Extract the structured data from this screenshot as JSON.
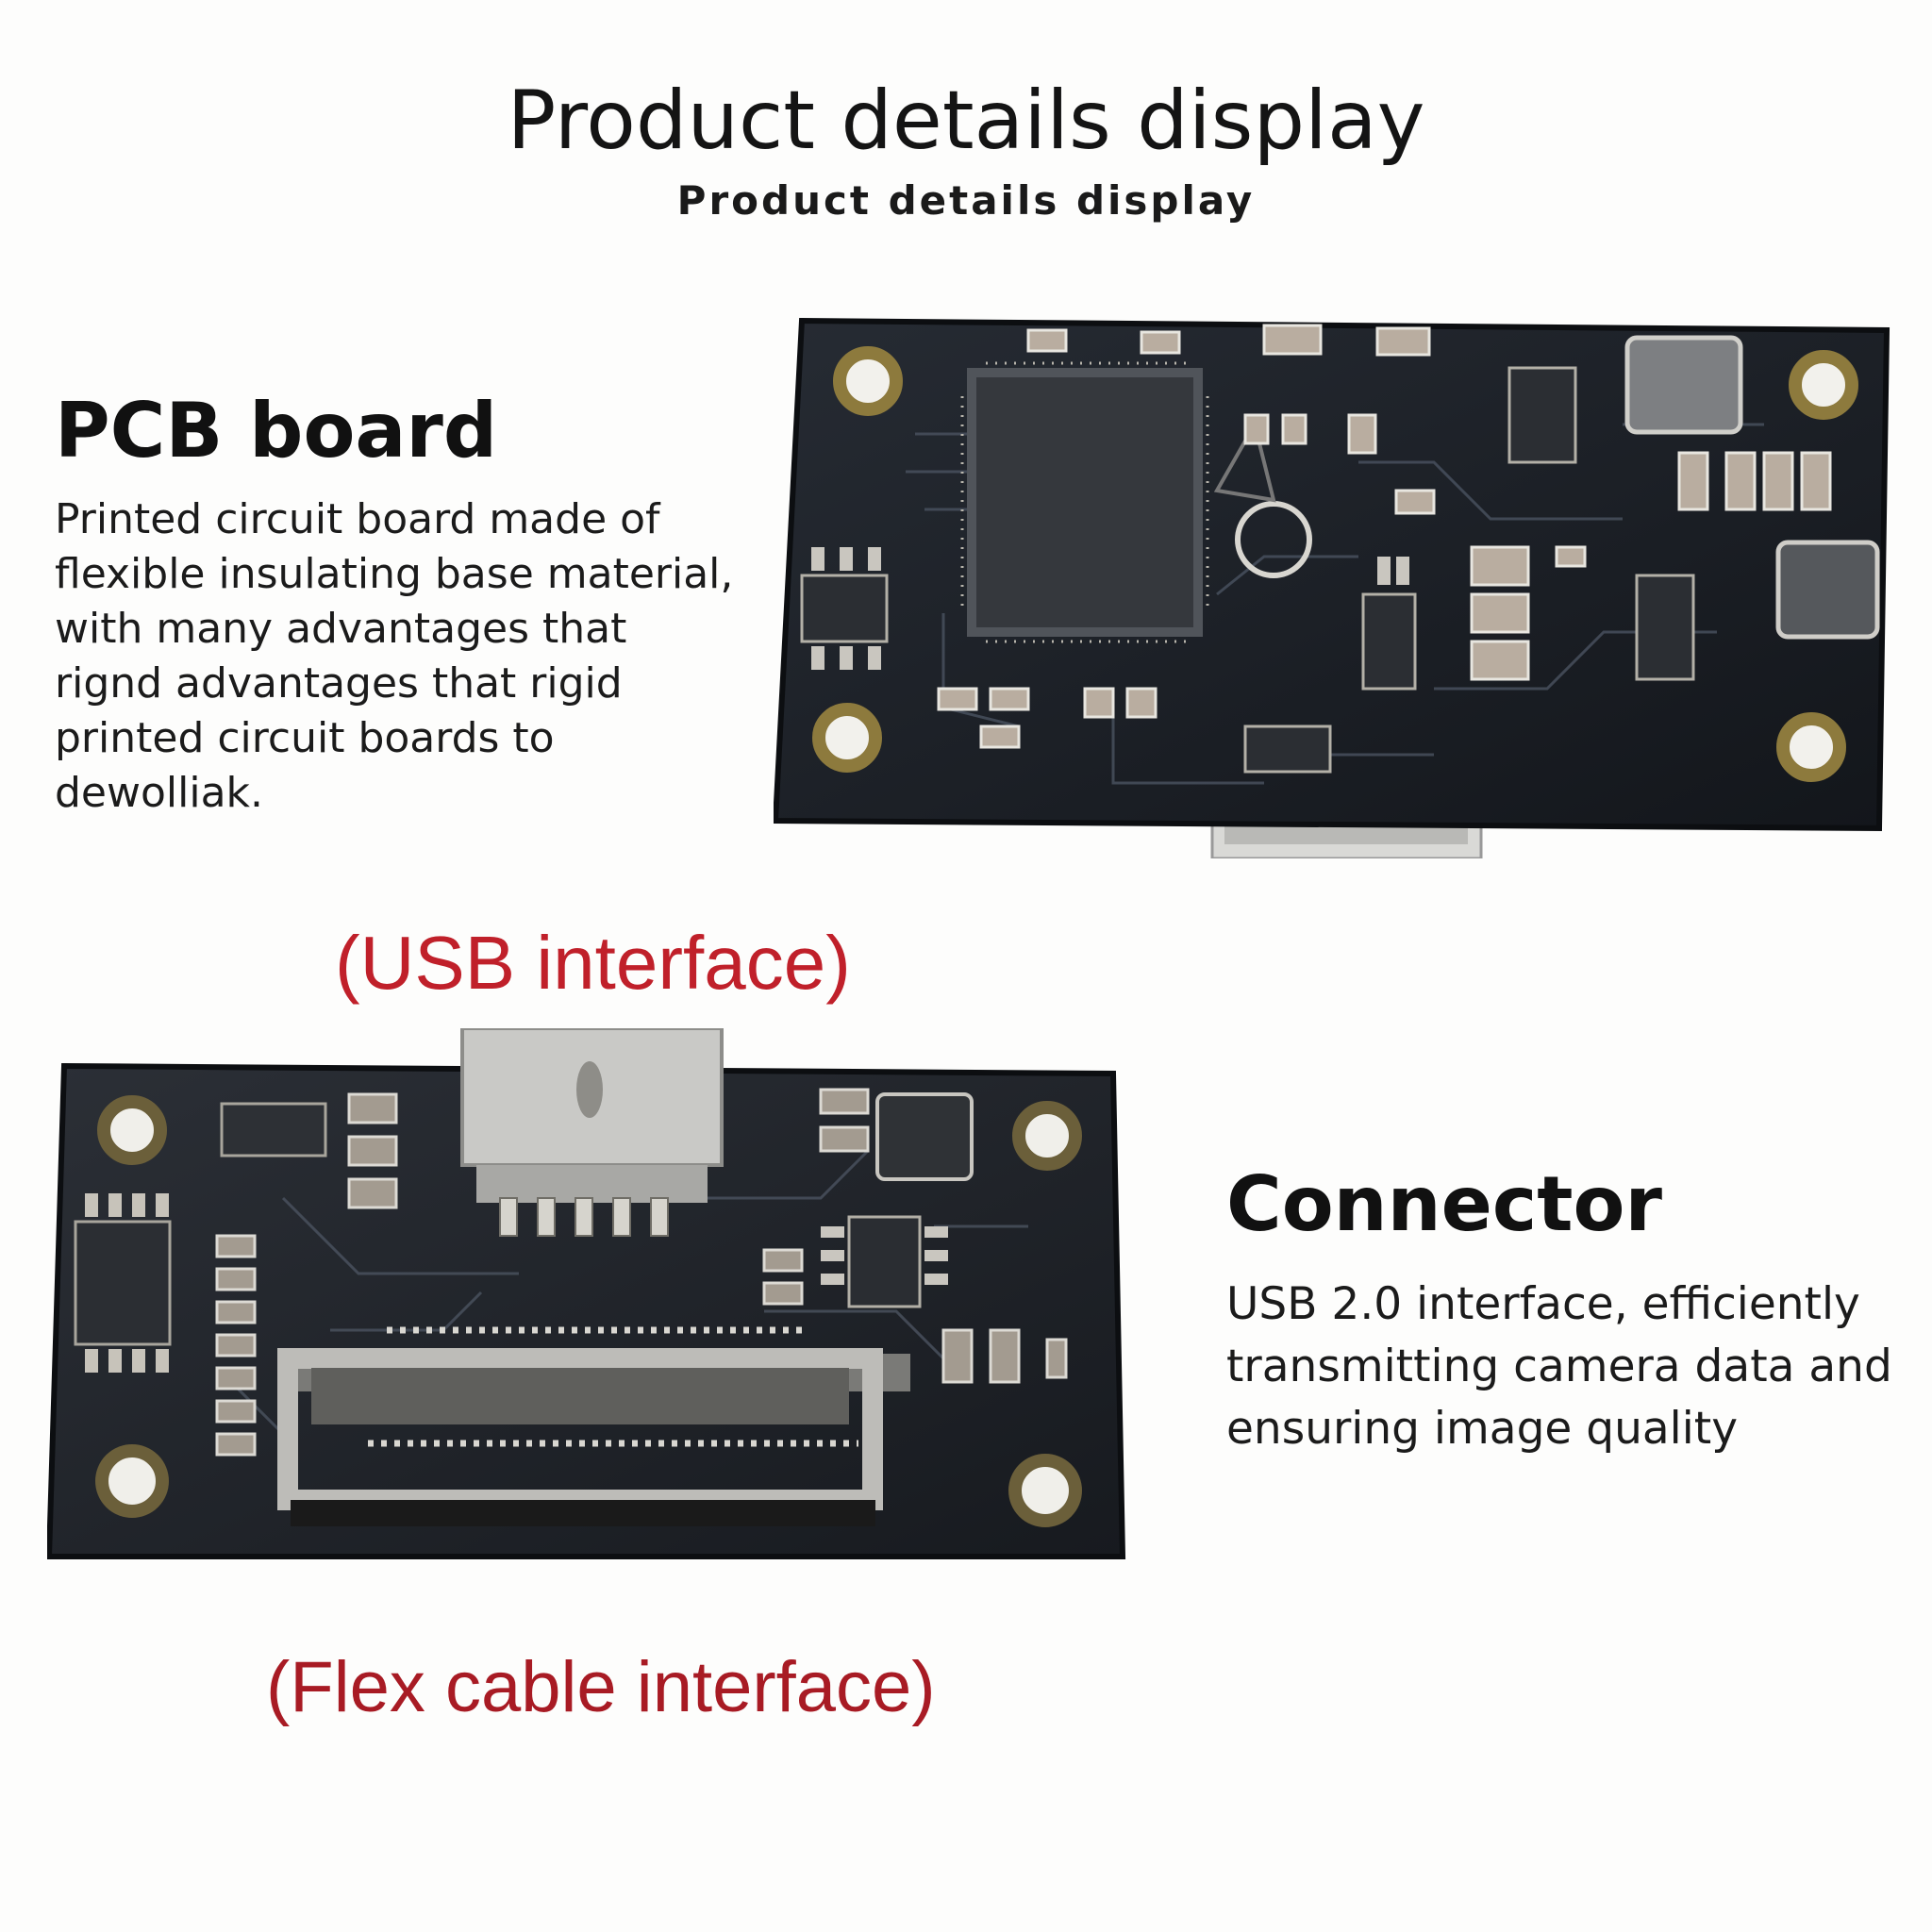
{
  "header": {
    "title": "Product details display",
    "subtitle": "Product details display"
  },
  "pcb_section": {
    "heading": "PCB board",
    "description_lines": [
      "Printed circuit board made of",
      "flexible insulating base material,",
      "with many advantages that",
      "rignd advantages that rigid",
      "printed circuit boards to",
      "dewolliak."
    ]
  },
  "usb_label": "(USB interface)",
  "connector_section": {
    "heading": "Connector",
    "description_lines": [
      "USB 2.0 interface, efficiently",
      "transmitting camera data and",
      "ensuring image quality"
    ]
  },
  "flex_label": "(Flex cable interface)",
  "colors": {
    "accent_red": "#c0202a",
    "board_dark": "#1b1f26",
    "connector_silver": "#c8c8c5"
  },
  "images": {
    "usb_board": "pcb-usb-board-photo",
    "flex_board": "pcb-flex-cable-board-photo"
  }
}
